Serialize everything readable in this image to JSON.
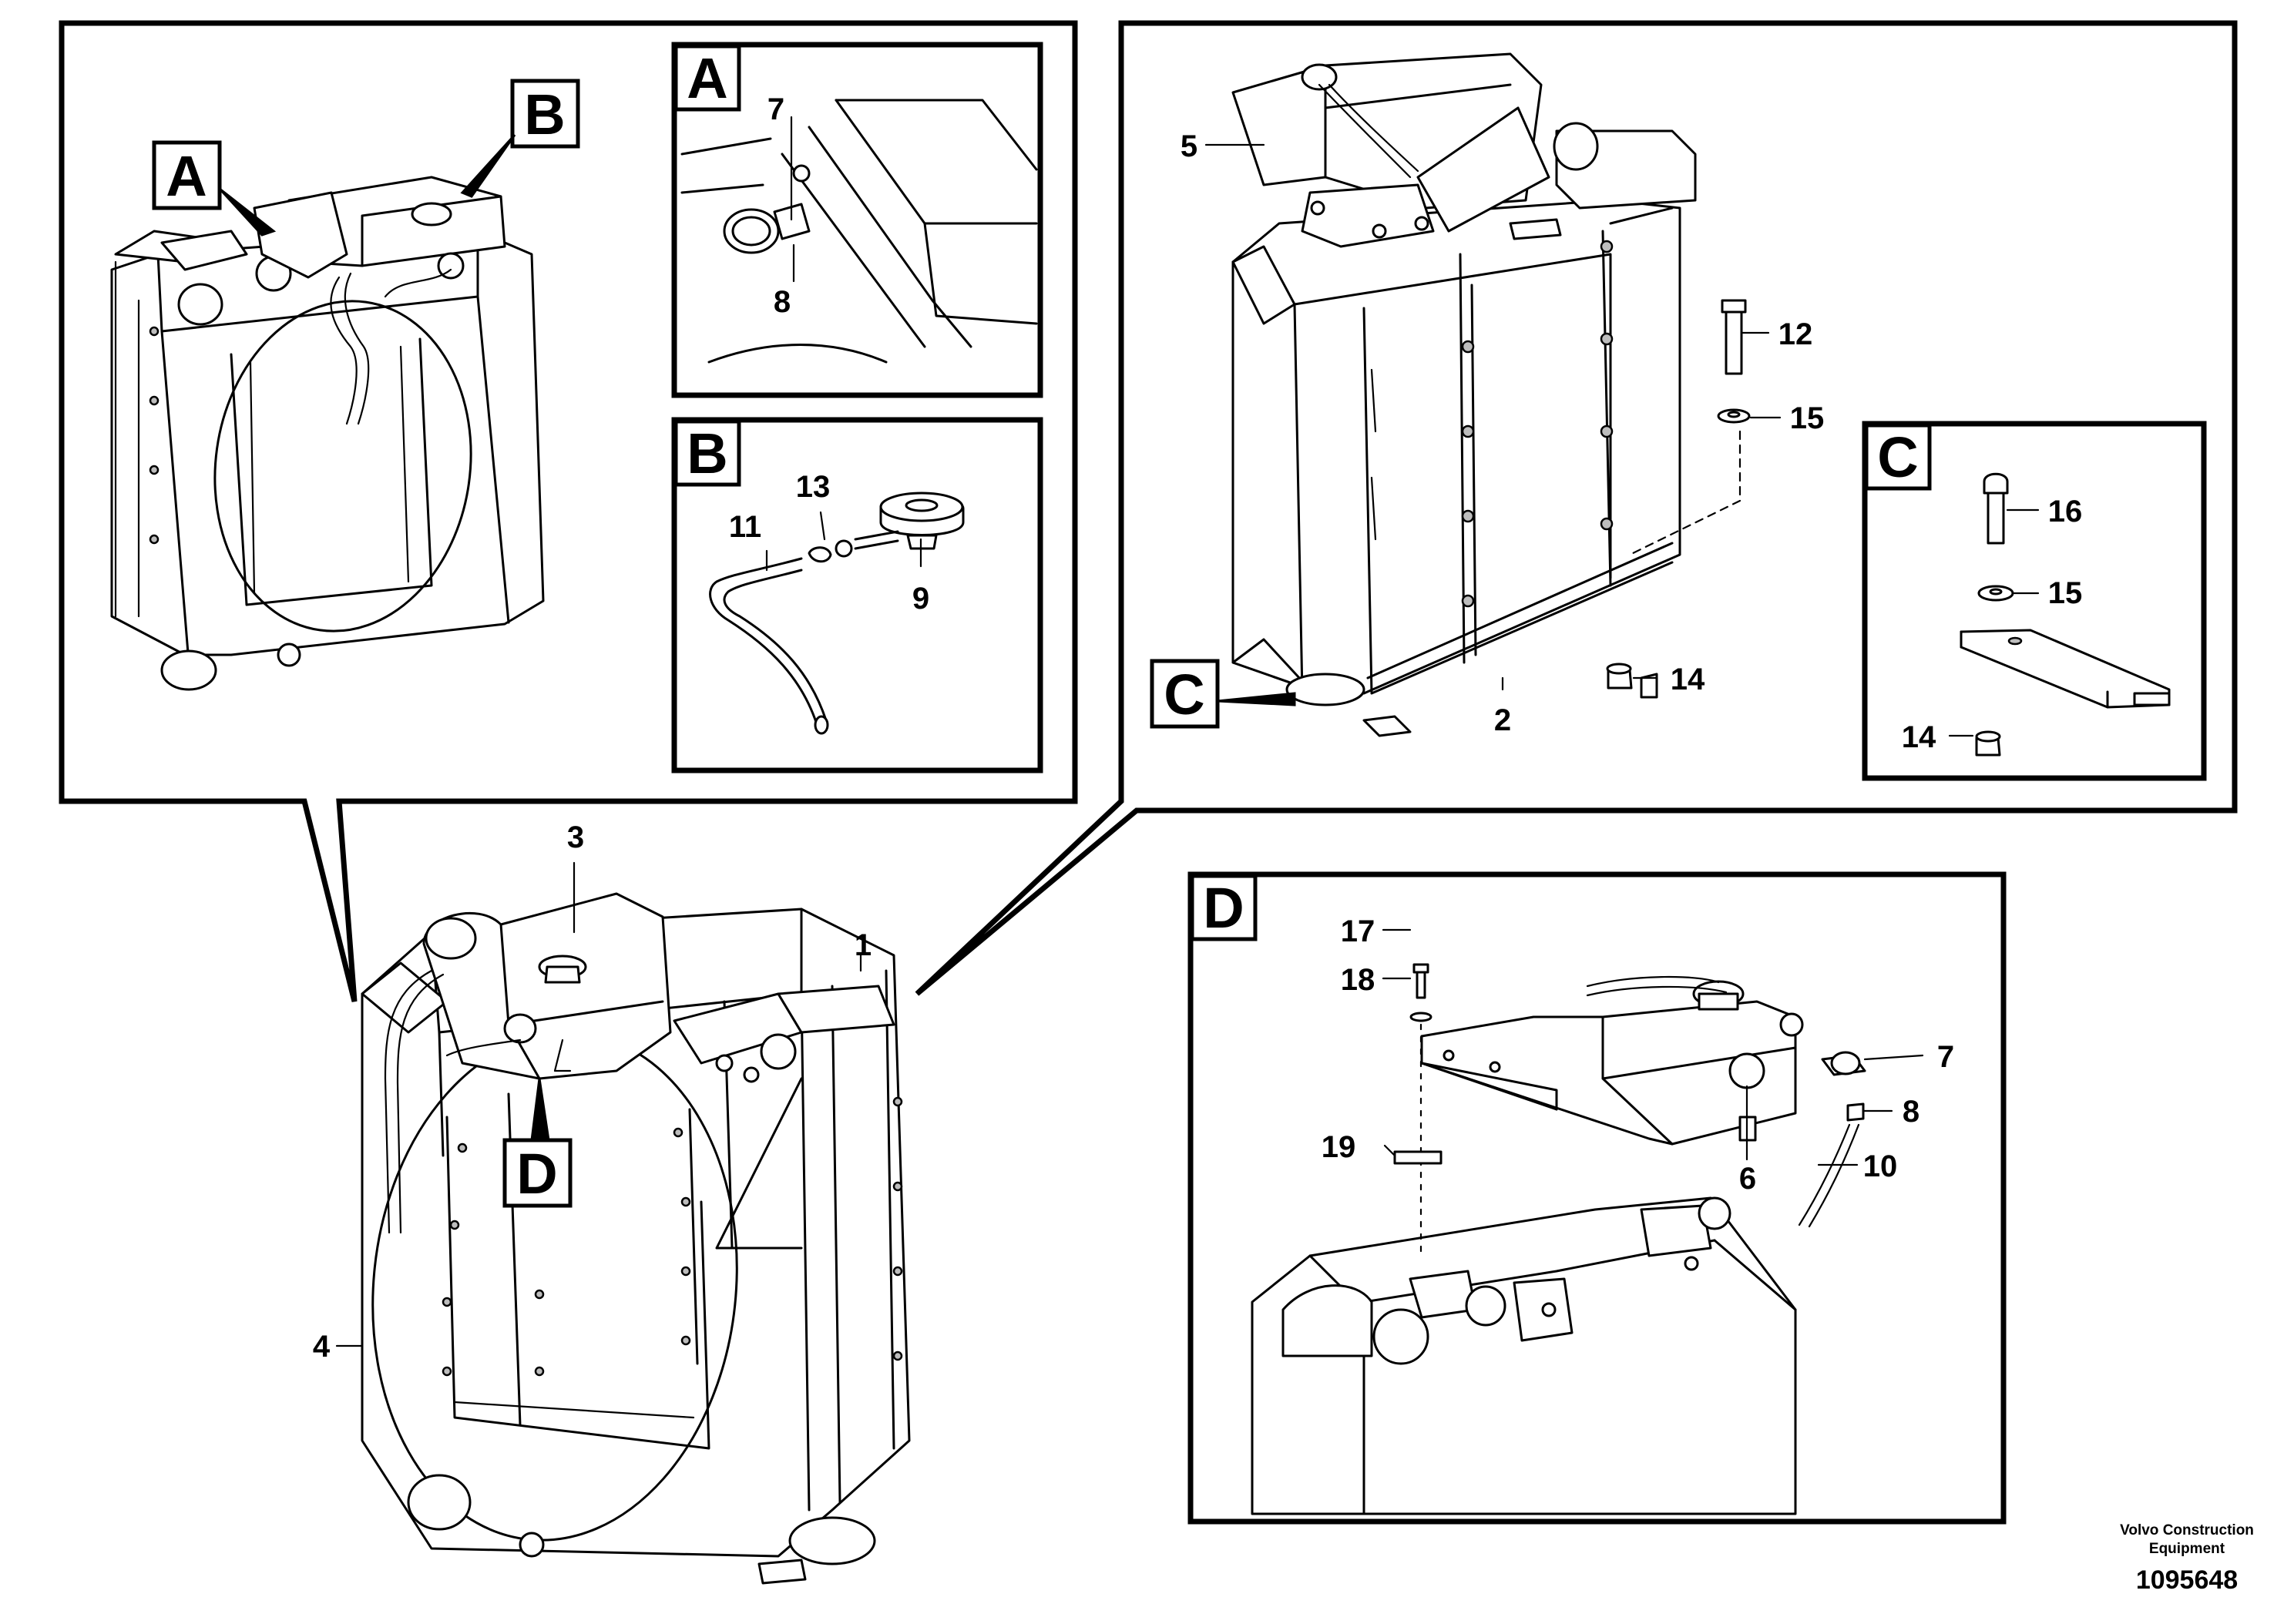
{
  "detail_boxes": {
    "A": "A",
    "B": "B",
    "C": "C",
    "D": "D"
  },
  "callouts": {
    "c1": "1",
    "c2": "2",
    "c3": "3",
    "c4": "4",
    "c5": "5",
    "c6": "6",
    "c7a": "7",
    "c7d": "7",
    "c8a": "8",
    "c8d": "8",
    "c9": "9",
    "c10": "10",
    "c11": "11",
    "c12": "12",
    "c13": "13",
    "c14a": "14",
    "c14c": "14",
    "c15a": "15",
    "c15c": "15",
    "c16": "16",
    "c17": "17",
    "c18": "18",
    "c19": "19"
  },
  "reference": {
    "company_line1": "Volvo Construction",
    "company_line2": "Equipment",
    "number": "1095648"
  }
}
